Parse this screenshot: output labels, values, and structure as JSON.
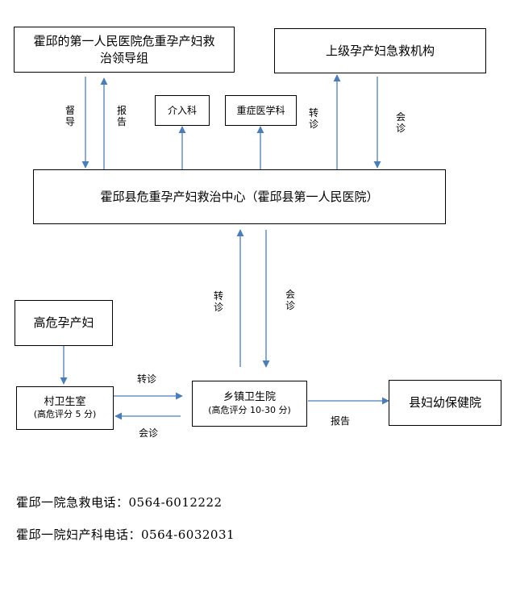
{
  "nodes": {
    "leader_group": "霍邱的第一人民医院危重孕产妇救治领导组",
    "superior": "上级孕产妇急救机构",
    "interventional": "介入科",
    "critical_care": "重症医学科",
    "center": "霍邱县危重孕产妇救治中心（霍邱县第一人民医院）",
    "high_risk": "高危孕产妇",
    "village_name": "村卫生室",
    "village_score": "(高危评分 5 分)",
    "township_name": "乡镇卫生院",
    "township_score": "(高危评分 10-30 分)",
    "county_mch": "县妇幼保健院"
  },
  "edges": {
    "supervise": "督导",
    "report_up": "报告",
    "transfer_superior": "转诊",
    "consult_superior": "会诊",
    "transfer_center": "转诊",
    "consult_center": "会诊",
    "transfer_village": "转诊",
    "consult_village": "会诊",
    "report_county": "报告"
  },
  "contacts": [
    "霍邱一院急救电话：0564-6012222",
    "霍邱一院妇产科电话：0564-6032031"
  ],
  "colors": {
    "arrow": "#4a7ebb",
    "border": "#000000"
  }
}
